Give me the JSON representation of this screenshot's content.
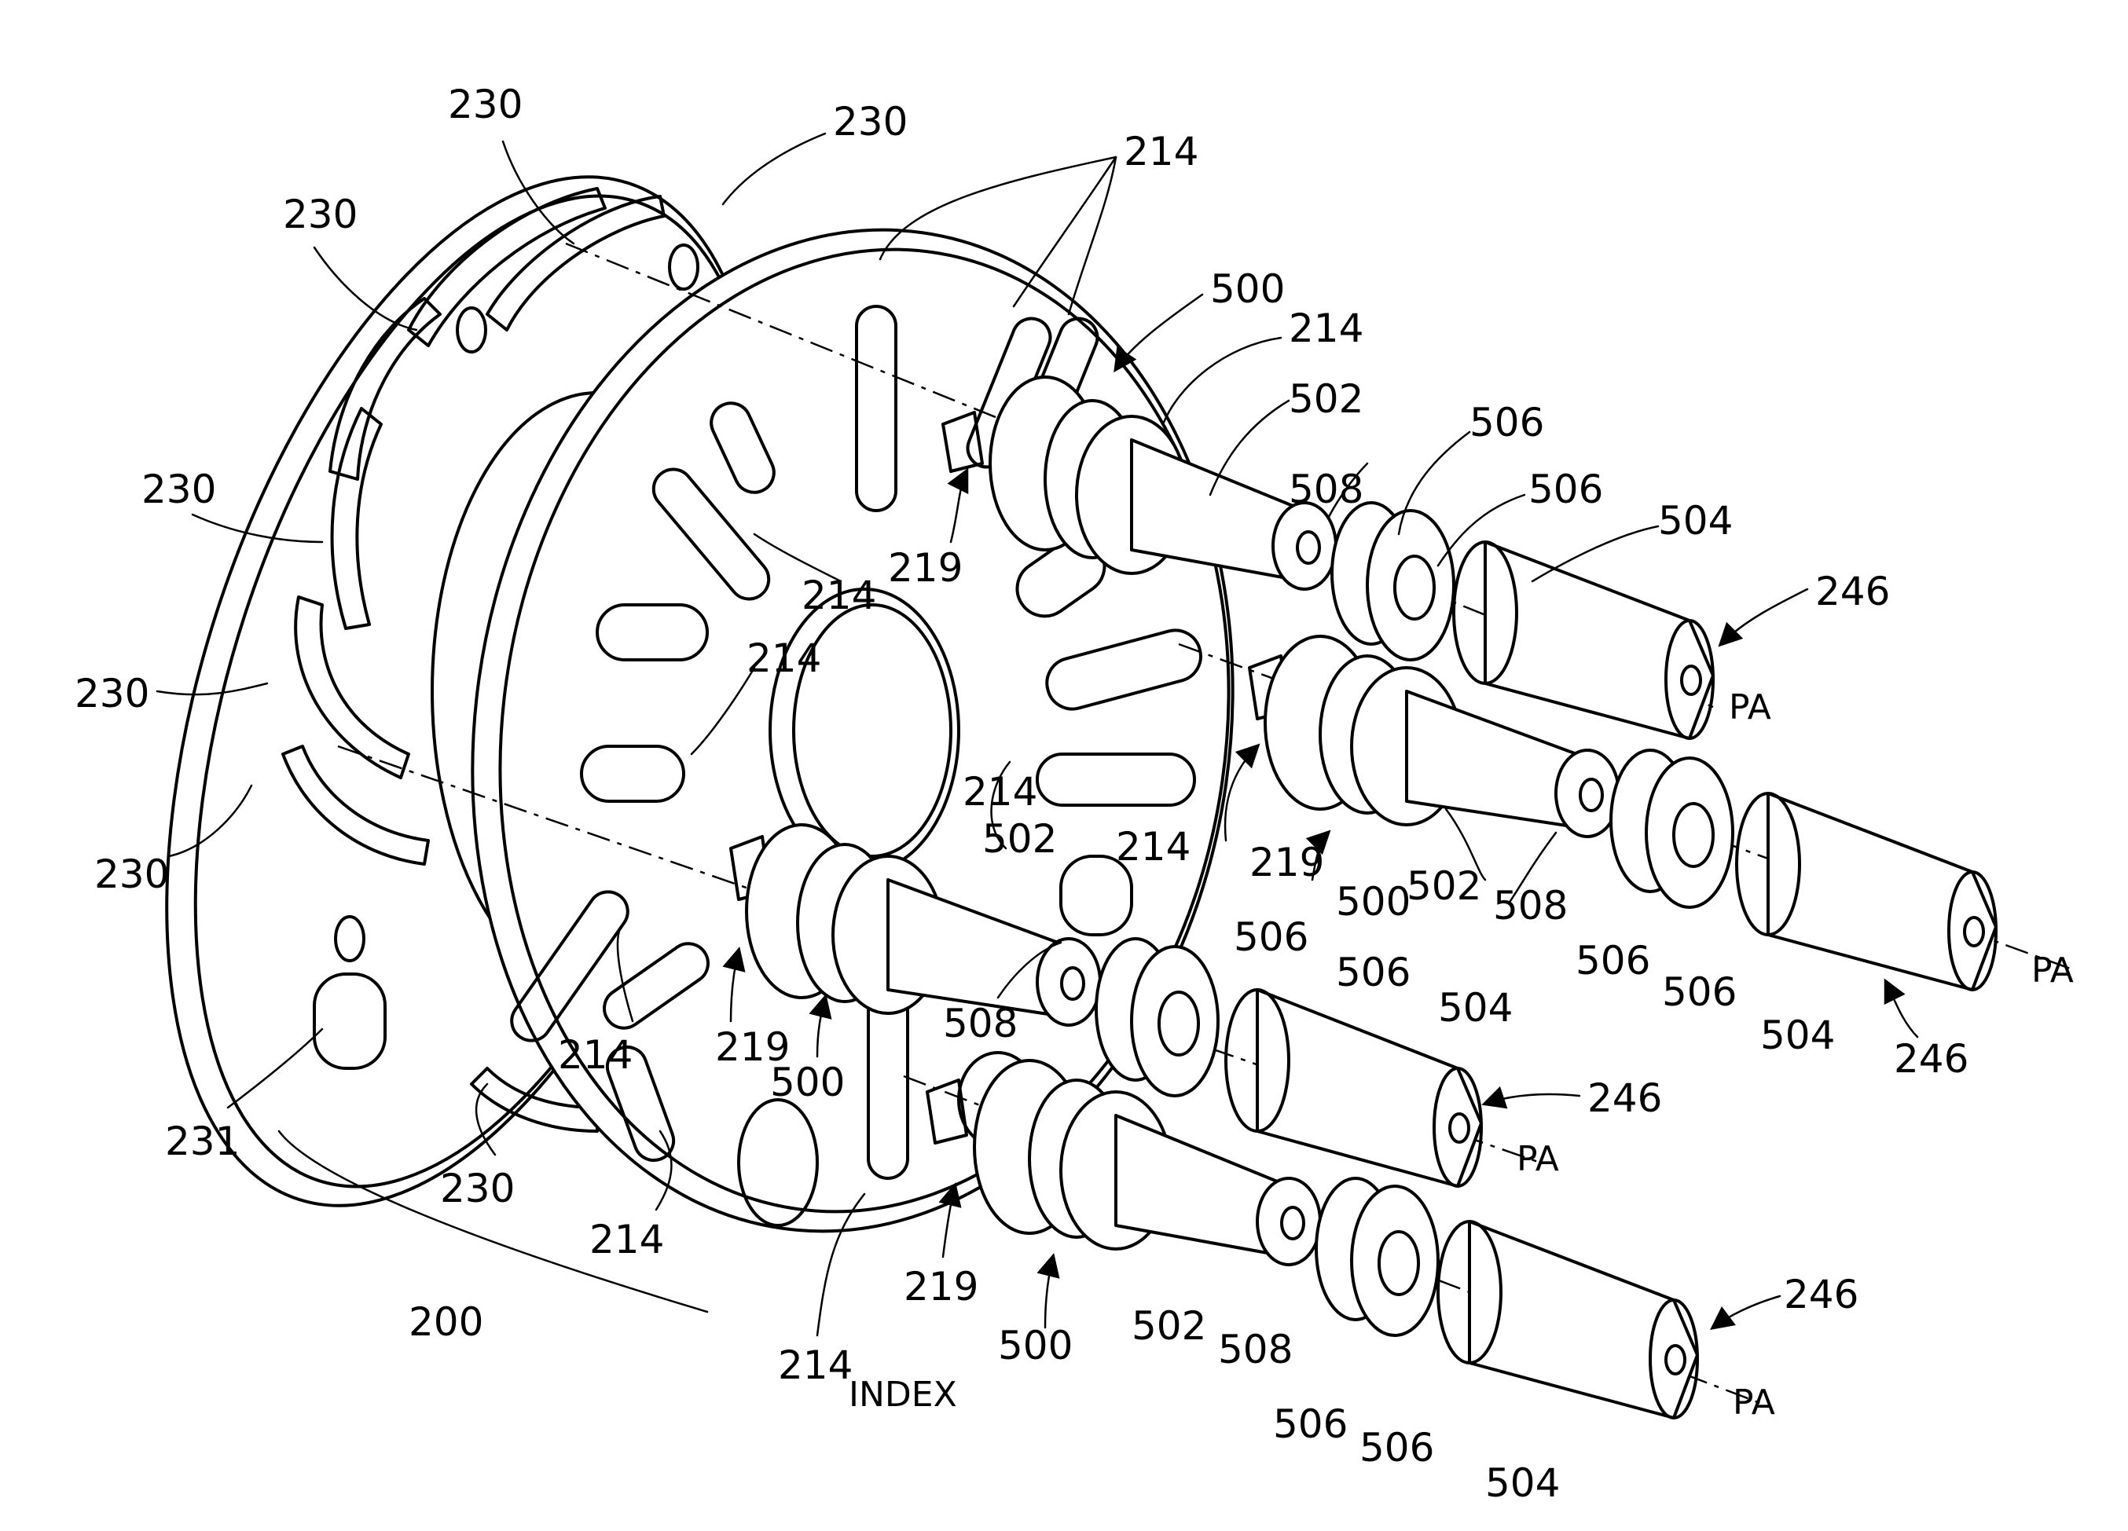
{
  "figure": {
    "labels": {
      "l230": "230",
      "l231": "231",
      "l200": "200",
      "l214": "214",
      "l219": "219",
      "l500": "500",
      "l502": "502",
      "l504": "504",
      "l506": "506",
      "l508": "508",
      "l246": "246",
      "pa": "PA",
      "index": "INDEX"
    }
  }
}
